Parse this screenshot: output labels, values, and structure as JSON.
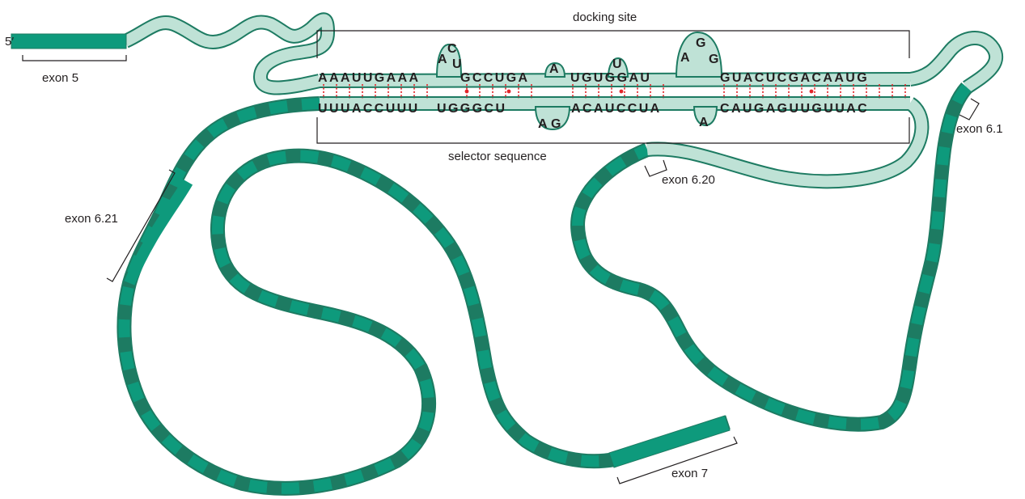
{
  "labels": {
    "five_prime": "5′",
    "exon5": "exon 5",
    "docking_site": "docking site",
    "selector_sequence": "selector sequence",
    "exon_6_1": "exon 6.1",
    "exon_6_20": "exon 6.20",
    "exon_6_21": "exon 6.21",
    "exon7": "exon 7"
  },
  "sequence": {
    "docking_top": "AAAUUGAAA",
    "docking_loop1": [
      "A",
      "C",
      "U"
    ],
    "docking_mid1": "GCCUGA",
    "docking_bulge_a": "A",
    "docking_mid2": "UGUGGAU",
    "docking_bulge_u": "U",
    "docking_loop2": [
      "A",
      "G",
      "G"
    ],
    "docking_end": "GUACUCGACAAUG",
    "selector_1": "UUUACCUUU",
    "selector_2": "UGGGCU",
    "selector_loop1": [
      "A",
      "G"
    ],
    "selector_3": "ACAUCCUA",
    "selector_bulge_a": "A",
    "selector_4": "CAUGAGUUGUUAC"
  },
  "colors": {
    "exon_dark": "#0e9a7c",
    "exon_light": "#bfe2d6",
    "strand_outline": "#1d7b62",
    "pairing": "#e3262b",
    "text": "#231f20"
  }
}
